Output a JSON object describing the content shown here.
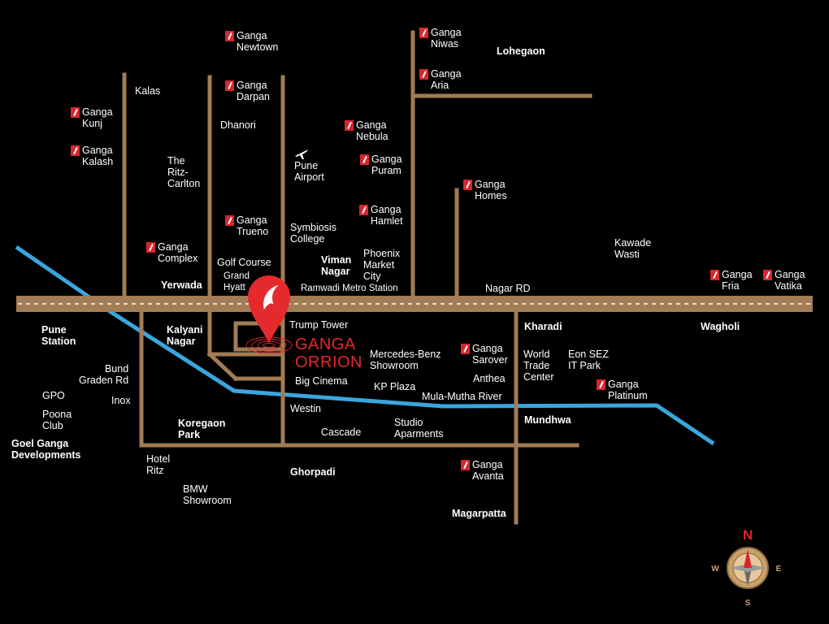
{
  "project": {
    "name": "GANGA\nORRION"
  },
  "poi_markers": [
    {
      "id": "ganga-newtown",
      "label": "Ganga\nNewtown"
    },
    {
      "id": "ganga-darpan",
      "label": "Ganga\nDarpan"
    },
    {
      "id": "ganga-niwas",
      "label": "Ganga\nNiwas"
    },
    {
      "id": "ganga-aria",
      "label": "Ganga\nAria"
    },
    {
      "id": "ganga-kunj",
      "label": "Ganga\nKunj"
    },
    {
      "id": "ganga-kalash",
      "label": "Ganga\nKalash"
    },
    {
      "id": "ganga-nebula",
      "label": "Ganga\nNebula"
    },
    {
      "id": "ganga-puram",
      "label": "Ganga\nPuram"
    },
    {
      "id": "ganga-homes",
      "label": "Ganga\nHomes"
    },
    {
      "id": "ganga-hamlet",
      "label": "Ganga\nHamlet"
    },
    {
      "id": "ganga-trueno",
      "label": "Ganga\nTrueno"
    },
    {
      "id": "ganga-complex",
      "label": "Ganga\nComplex"
    },
    {
      "id": "ganga-fria",
      "label": "Ganga\nFria"
    },
    {
      "id": "ganga-vatika",
      "label": "Ganga\nVatika"
    },
    {
      "id": "ganga-sarover",
      "label": "Ganga\nSarover"
    },
    {
      "id": "ganga-platinum",
      "label": "Ganga\nPlatinum"
    },
    {
      "id": "ganga-avanta",
      "label": "Ganga\nAvanta"
    }
  ],
  "places": [
    {
      "id": "lohegaon",
      "label": "Lohegaon"
    },
    {
      "id": "kalas",
      "label": "Kalas"
    },
    {
      "id": "dhanori",
      "label": "Dhanori"
    },
    {
      "id": "ritz-carlton",
      "label": "The\nRitz-\nCarlton"
    },
    {
      "id": "pune-airport",
      "label": "Pune\nAirport"
    },
    {
      "id": "symbiosis-college",
      "label": "Symbiosis\nCollege"
    },
    {
      "id": "kawade-wasti",
      "label": "Kawade\nWasti"
    },
    {
      "id": "golf-course",
      "label": "Golf Course"
    },
    {
      "id": "viman-nagar",
      "label": "Viman\nNagar"
    },
    {
      "id": "phoenix-market-city",
      "label": "Phoenix\nMarket\nCity"
    },
    {
      "id": "yerwada",
      "label": "Yerwada"
    },
    {
      "id": "grand-hyatt",
      "label": "Grand\nHyatt"
    },
    {
      "id": "ramwadi-metro",
      "label": "Ramwadi Metro Station"
    },
    {
      "id": "nagar-rd",
      "label": "Nagar RD"
    },
    {
      "id": "trump-tower",
      "label": "Trump Tower"
    },
    {
      "id": "pune-station",
      "label": "Pune\nStation"
    },
    {
      "id": "kalyani-nagar",
      "label": "Kalyani\nNagar"
    },
    {
      "id": "kharadi",
      "label": "Kharadi"
    },
    {
      "id": "wagholi",
      "label": "Wagholi"
    },
    {
      "id": "mercedes-benz",
      "label": "Mercedes-Benz\nShowroom"
    },
    {
      "id": "world-trade-center",
      "label": "World\nTrade\nCenter"
    },
    {
      "id": "eon-sez",
      "label": "Eon SEZ\nIT Park"
    },
    {
      "id": "bund-garden",
      "label": "Bund\nGraden Rd"
    },
    {
      "id": "big-cinema",
      "label": "Big Cinema"
    },
    {
      "id": "anthea",
      "label": "Anthea"
    },
    {
      "id": "kp-plaza",
      "label": "KP Plaza"
    },
    {
      "id": "gpo",
      "label": "GPO"
    },
    {
      "id": "mula-mutha-river",
      "label": "Mula-Mutha River"
    },
    {
      "id": "inox",
      "label": "Inox"
    },
    {
      "id": "westin",
      "label": "Westin"
    },
    {
      "id": "poona-club",
      "label": "Poona\nClub"
    },
    {
      "id": "mundhwa",
      "label": "Mundhwa"
    },
    {
      "id": "koregaon-park",
      "label": "Koregaon\nPark"
    },
    {
      "id": "studio-apartments",
      "label": "Studio\nAparments"
    },
    {
      "id": "cascade",
      "label": "Cascade"
    },
    {
      "id": "goel-ganga",
      "label": "Goel Ganga\nDevelopments"
    },
    {
      "id": "hotel-ritz",
      "label": "Hotel\nRitz"
    },
    {
      "id": "ghorpadi",
      "label": "Ghorpadi"
    },
    {
      "id": "bmw-showroom",
      "label": "BMW\nShowroom"
    },
    {
      "id": "magarpatta",
      "label": "Magarpatta"
    }
  ],
  "compass": {
    "n": "N",
    "s": "S",
    "e": "E",
    "w": "W"
  },
  "colors": {
    "background": "#000000",
    "road": "#a27c55",
    "river": "#3aa6dd",
    "marker": "#d8262c",
    "project_text": "#e8282c",
    "label": "#ffffff"
  },
  "icons": {
    "marker": "ganga-logo-icon",
    "airport": "airplane-icon",
    "location": "location-pin-icon",
    "compass": "compass-rose-icon"
  }
}
